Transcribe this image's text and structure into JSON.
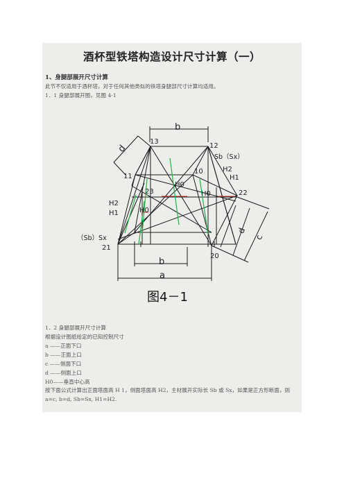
{
  "doc": {
    "title": "酒杯型铁塔构造设计尺寸计算（一）",
    "section_heading": "1、身腿部展开尺寸计算",
    "intro": "此节不仅适用于酒杯塔，对于任何其他类似的铁塔身腿部尺寸计算均适用。",
    "sub_1_1": "1．1 身腿部展开图，见图 4-1",
    "sub_1_2": "1．2 身腿部展开尺寸计算",
    "given_intro": "根据设计图纸给定的已知控制尺寸",
    "defs": [
      "a ——正面下口",
      "b ——正面上口",
      "c ——侧面下口",
      "d ——侧面上口",
      "H0——垂直中心高"
    ],
    "formula_note": "按下面公式计算出正面塔面高 H 1，侧面塔面高 H2，主材展开实际长 Sb 或 Sx，如果是正方形断面，则 a=c, b=d, Sb=Sx, H1=H2."
  },
  "figure": {
    "caption": "图4－1",
    "labels": {
      "b_top": "b",
      "d_left": "d",
      "n13": "13",
      "n12": "12",
      "n11": "11",
      "n10": "10",
      "n23": "23",
      "n22": "22",
      "n21": "21",
      "n20": "20",
      "h0_left": "H0",
      "h0_mid": "H0",
      "h0_right": "H0",
      "sbsx_right": "Sb（Sx）",
      "h2_right": "H2",
      "h1_right": "H1",
      "h2_left": "H2",
      "h1_left": "H1",
      "sbsx_left": "（Sb）Sx",
      "b_bottom": "b",
      "a_bottom": "a",
      "d_right": "d",
      "c_right": "c"
    }
  }
}
